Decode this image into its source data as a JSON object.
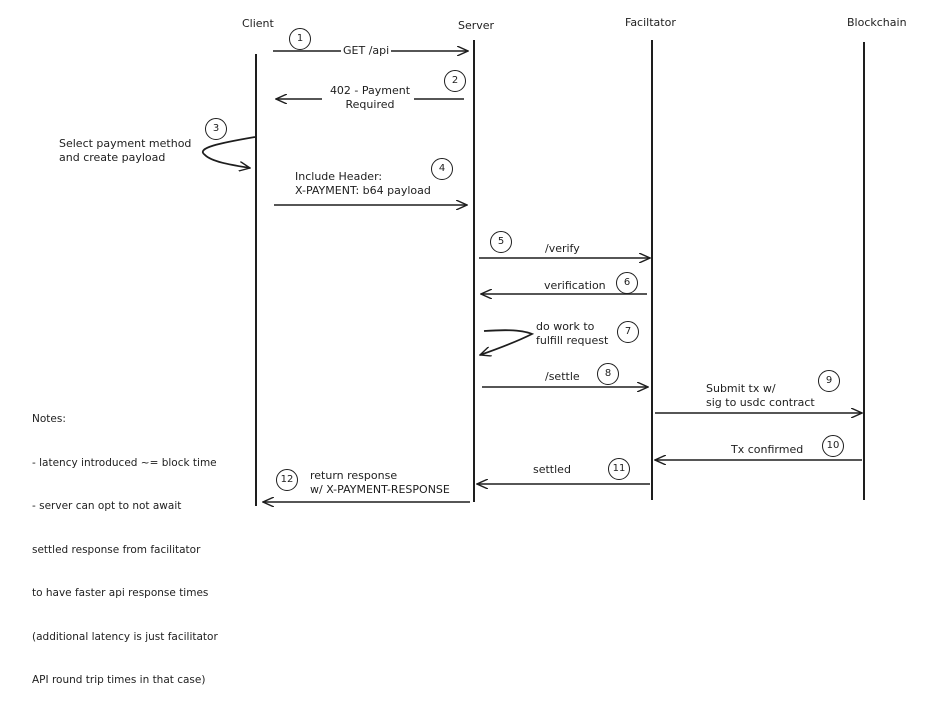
{
  "actors": {
    "client": "Client",
    "server": "Server",
    "facilitator": "Faciltator",
    "blockchain": "Blockchain"
  },
  "steps": [
    {
      "num": "1",
      "label_lines": [
        "GET /api"
      ],
      "from": "client",
      "to": "server"
    },
    {
      "num": "2",
      "label_lines": [
        "402 - Payment",
        "Required"
      ],
      "from": "server",
      "to": "client"
    },
    {
      "num": "3",
      "label_lines": [
        "Select payment method",
        "and create payload"
      ],
      "from": "client",
      "to": "client"
    },
    {
      "num": "4",
      "label_lines": [
        "Include Header:",
        "X-PAYMENT: b64 payload"
      ],
      "from": "client",
      "to": "server"
    },
    {
      "num": "5",
      "label_lines": [
        "/verify"
      ],
      "from": "server",
      "to": "facilitator"
    },
    {
      "num": "6",
      "label_lines": [
        "verification"
      ],
      "from": "facilitator",
      "to": "server"
    },
    {
      "num": "7",
      "label_lines": [
        "do work to",
        "fulfill request"
      ],
      "from": "server",
      "to": "server"
    },
    {
      "num": "8",
      "label_lines": [
        "/settle"
      ],
      "from": "server",
      "to": "facilitator"
    },
    {
      "num": "9",
      "label_lines": [
        "Submit tx w/",
        "sig to usdc contract"
      ],
      "from": "facilitator",
      "to": "blockchain"
    },
    {
      "num": "10",
      "label_lines": [
        "Tx confirmed"
      ],
      "from": "blockchain",
      "to": "facilitator"
    },
    {
      "num": "11",
      "label_lines": [
        "settled"
      ],
      "from": "facilitator",
      "to": "server"
    },
    {
      "num": "12",
      "label_lines": [
        "return response",
        "w/ X-PAYMENT-RESPONSE"
      ],
      "from": "server",
      "to": "client"
    }
  ],
  "notes": {
    "title": "Notes:",
    "lines": [
      "- latency introduced ~= block time",
      "- server can opt to not await",
      "settled response from facilitator",
      "to have faster api response times",
      "(additional latency is just facilitator",
      "API round trip times in that case)"
    ]
  }
}
